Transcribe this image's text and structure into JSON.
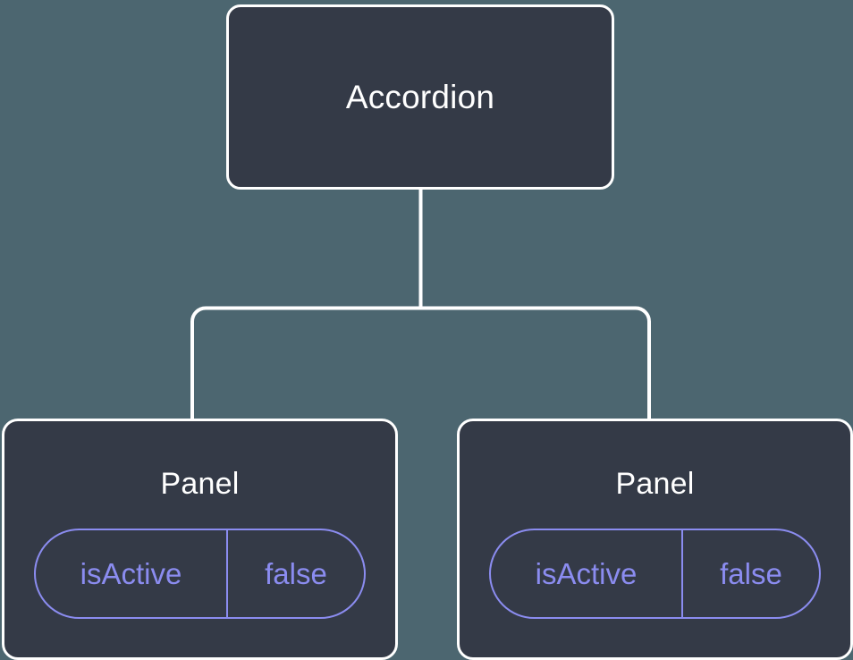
{
  "diagram": {
    "type": "component-tree",
    "background_color": "#4c6670",
    "node_fill_color": "#343a47",
    "node_border_color": "#ffffff",
    "connector_color": "#ffffff",
    "prop_accent_color": "#8b8cf0",
    "root": {
      "id": "accordion",
      "label": "Accordion"
    },
    "children": [
      {
        "id": "panel-left",
        "label": "Panel",
        "props": [
          {
            "key": "isActive",
            "value": "false"
          }
        ]
      },
      {
        "id": "panel-right",
        "label": "Panel",
        "props": [
          {
            "key": "isActive",
            "value": "false"
          }
        ]
      }
    ]
  }
}
